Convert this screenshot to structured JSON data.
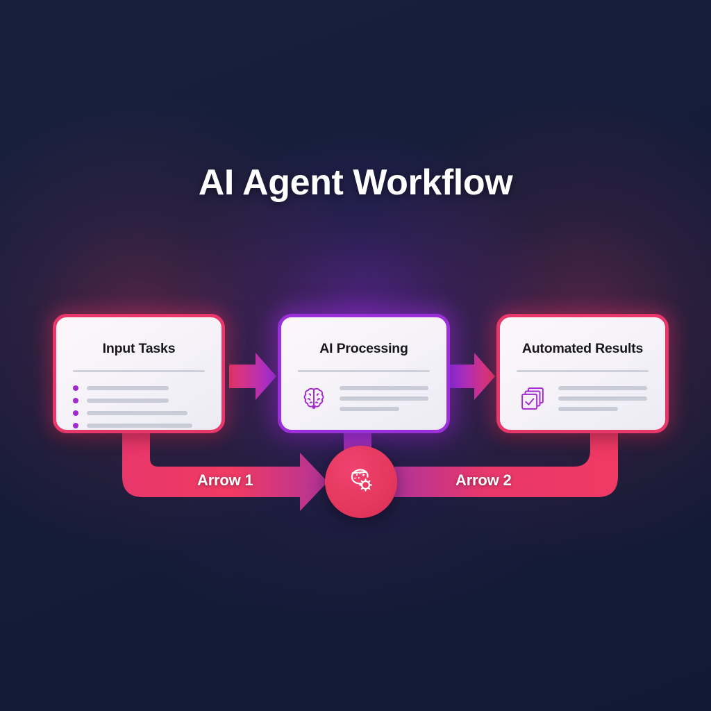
{
  "title": "AI Agent Workflow",
  "theme": {
    "background": "#141c38",
    "pink": "#e8376b",
    "purple": "#9b30d9",
    "bullet_purple": "#a328cf",
    "card_surface": "#f4f2f8",
    "placeholder_gray": "#c9ccd6",
    "label_text": "#ffffff",
    "badge_fill": "#e5395f"
  },
  "steps": [
    {
      "id": "input-tasks",
      "label": "Input Tasks",
      "accent": "#e8376b",
      "content_type": "bullet-list",
      "bullet_widths": [
        118,
        118,
        145,
        152
      ]
    },
    {
      "id": "ai-processing",
      "label": "AI Processing",
      "accent": "#9b30d9",
      "content_type": "icon-lines",
      "icon": "brain-icon",
      "line_widths": [
        128,
        128,
        86
      ]
    },
    {
      "id": "automated-results",
      "label": "Automated Results",
      "accent": "#e8376b",
      "content_type": "icon-lines",
      "icon": "documents-check-icon",
      "line_widths": [
        128,
        128,
        86
      ]
    }
  ],
  "connectors": [
    {
      "id": "connector-1",
      "from": "input-tasks",
      "to": "ai-processing",
      "icon": "arrow-right-icon"
    },
    {
      "id": "connector-2",
      "from": "ai-processing",
      "to": "automated-results",
      "icon": "arrow-right-icon"
    }
  ],
  "flow_labels": [
    {
      "id": "arrow-1",
      "label": "Arrow 1"
    },
    {
      "id": "arrow-2",
      "label": "Arrow 2"
    }
  ],
  "center_badge": {
    "icon": "brain-gear-icon"
  }
}
